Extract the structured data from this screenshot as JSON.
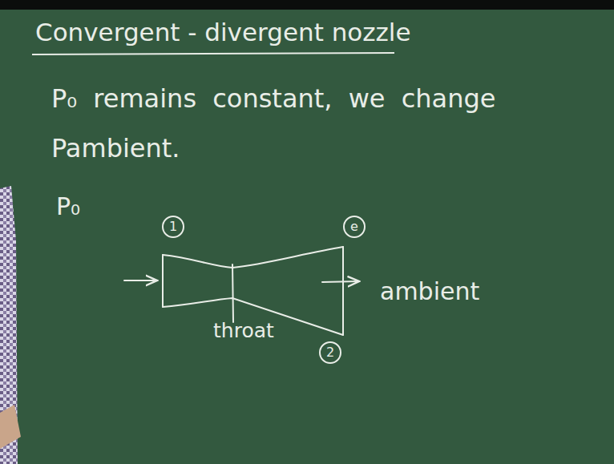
{
  "diagram": {
    "title": "Convergent - divergent nozzle",
    "nodes": [
      {
        "text": [
          "1"
        ]
      },
      {
        "text": [
          "e"
        ]
      },
      {
        "text": [
          "2"
        ]
      }
    ],
    "labels": [
      "P₀ remains constant, we change Pambient.",
      "P₀",
      "ambient",
      "throat"
    ]
  }
}
